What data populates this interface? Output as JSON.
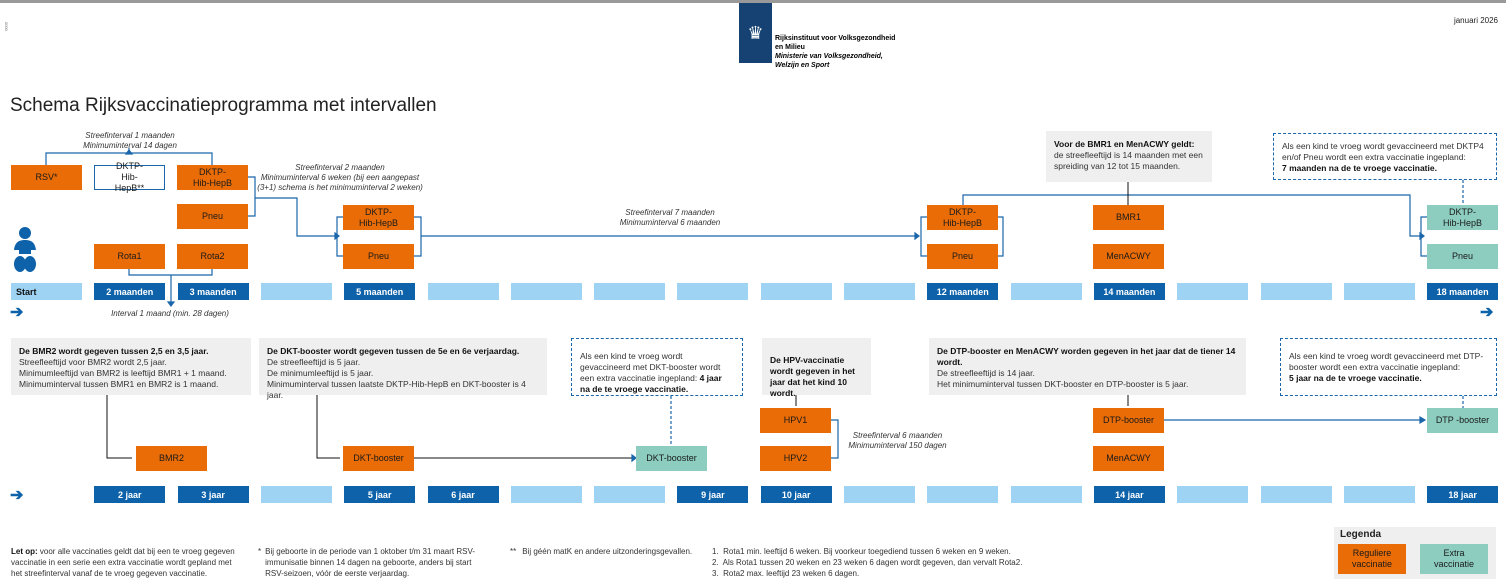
{
  "header": {
    "title": "Schema Rijksvaccinatieprogramma met intervallen",
    "date": "januari 2026",
    "logo_text": [
      "Rijksinstituut voor Volksgezondheid",
      "en Milieu",
      "Ministerie van Volksgezondheid,",
      "Welzijn en Sport"
    ],
    "side_code": "0000"
  },
  "timeline_top": [
    "Start",
    "2 maanden",
    "3 maanden",
    "",
    "5 maanden",
    "",
    "",
    "",
    "",
    "",
    "",
    "12 maanden",
    "",
    "14 maanden",
    "",
    "",
    "",
    "18 maanden"
  ],
  "timeline_bottom": [
    "",
    "2 jaar",
    "3 jaar",
    "",
    "5 jaar",
    "6 jaar",
    "",
    "",
    "9 jaar",
    "10 jaar",
    "",
    "",
    "",
    "14 jaar",
    "",
    "",
    "",
    "18 jaar"
  ],
  "vaccines": {
    "rsv": "RSV*",
    "dktp_extra": "DKTP-Hib-HepB**",
    "dktp3": "DKTP-Hib-HepB",
    "pneu3": "Pneu",
    "rota1": "Rota1",
    "rota2": "Rota2",
    "dktp5": "DKTP-Hib-HepB",
    "pneu5": "Pneu",
    "dktp12": "DKTP-Hib-HepB",
    "pneu12": "Pneu",
    "bmr1": "BMR1",
    "menacwy14m": "MenACWY",
    "dktp18": "DKTP-Hib-HepB",
    "pneu18": "Pneu",
    "bmr2": "BMR2",
    "dkt": "DKT-booster",
    "dkt_extra": "DKT-booster",
    "hpv1": "HPV1",
    "hpv2": "HPV2",
    "dtp": "DTP-booster",
    "menacwy14": "MenACWY",
    "dtp_extra": "DTP -booster"
  },
  "notes": {
    "n1a": "Streefinterval 1 maanden",
    "n1b": "Minimuminterval 14 dagen",
    "n2a": "Streefinterval 2 maanden",
    "n2b": "Minimuminterval 6 weken (bij een aangepast",
    "n2c": "(3+1) schema is het minimuminterval 2 weken)",
    "n3a": "Streefinterval 7 maanden",
    "n3b": "Minimuminterval 6 maanden",
    "n4": "Interval 1 maand (min. 28 dagen)",
    "n5a": "Streefinterval 6 maanden",
    "n5b": "Minimuminterval 150 dagen"
  },
  "info": {
    "bmr1_title": "Voor de BMR1 en MenACWY geldt:",
    "bmr1_text": "de streefleeftijd is 14 maanden met een spreiding van 12 tot 15 maanden.",
    "dktp4_text": "Als een kind te vroeg wordt gevaccineerd met DKTP4 en/of Pneu wordt een extra vaccinatie ingepland:",
    "dktp4_bold": "7 maanden na de te vroege vaccinatie.",
    "bmr2_title": "De BMR2 wordt gegeven tussen 2,5 en 3,5 jaar.",
    "bmr2_l1": "Streefleeftijd voor BMR2 wordt 2,5 jaar.",
    "bmr2_l2": "Minimumleeftijd van BMR2 is leeftijd BMR1 + 1 maand.",
    "bmr2_l3": "Minimuminterval tussen BMR1 en BMR2 is 1 maand.",
    "dkt_title": "De DKT-booster wordt gegeven tussen de 5e en 6e verjaardag.",
    "dkt_l1": "De streefleeftijd is 5 jaar.",
    "dkt_l2": "De minimumleeftijd is 5 jaar.",
    "dkt_l3": "Minimuminterval tussen laatste DKTP-Hib-HepB en DKT-booster is 4 jaar.",
    "dkt_extra_text": "Als een kind te vroeg wordt gevaccineerd met DKT-booster wordt een extra vaccinatie ingepland:",
    "dkt_extra_bold": "4 jaar na de te vroege vaccinatie.",
    "hpv_title": "De HPV-vaccinatie wordt gegeven in het jaar dat het kind 10 wordt.",
    "dtp_title": "De DTP-booster en MenACWY worden gegeven in het jaar dat de tiener 14 wordt.",
    "dtp_l1": "De streefleeftijd is 14 jaar.",
    "dtp_l2": "Het minimuminterval tussen DKT-booster en DTP-booster is 5 jaar.",
    "dtp_extra_text": "Als een kind te vroeg wordt gevaccineerd met DTP-booster wordt een extra vaccinatie ingepland:",
    "dtp_extra_bold": "5 jaar na de te vroege vaccinatie."
  },
  "footer": {
    "letop_bold": "Let op:",
    "letop_text": "voor alle vaccinaties geldt dat bij een te vroeg gegeven vaccinatie in een serie een extra vaccinatie wordt gepland met het streefinterval vanaf de te vroeg gegeven vaccinatie.",
    "star1_mark": "*",
    "star1": "Bij geboorte in de periode van 1 oktober t/m 31 maart RSV-immunisatie binnen 14 dagen na geboorte, anders bij start RSV-seizoen, vóór de eerste verjaardag.",
    "star2_mark": "**",
    "star2": "Bij géén matK en andere uitzonderingsgevallen.",
    "list": [
      "1.  Rota1 min. leeftijd 6 weken. Bij voorkeur toegediend tussen 6 weken en 9 weken.",
      "2.  Als Rota1 tussen 20 weken en 23 weken 6 dagen wordt gegeven, dan vervalt Rota2.",
      "3.  Rota2 max. leeftijd 23 weken 6 dagen."
    ]
  },
  "legend": {
    "title": "Legenda",
    "regular": "Reguliere vaccinatie",
    "extra": "Extra vaccinatie"
  },
  "colors": {
    "orange": "#e96c07",
    "teal": "#8ccdc0",
    "dark_blue": "#0d62aa",
    "light_blue": "#9fd3f3",
    "logo_blue": "#154273"
  }
}
